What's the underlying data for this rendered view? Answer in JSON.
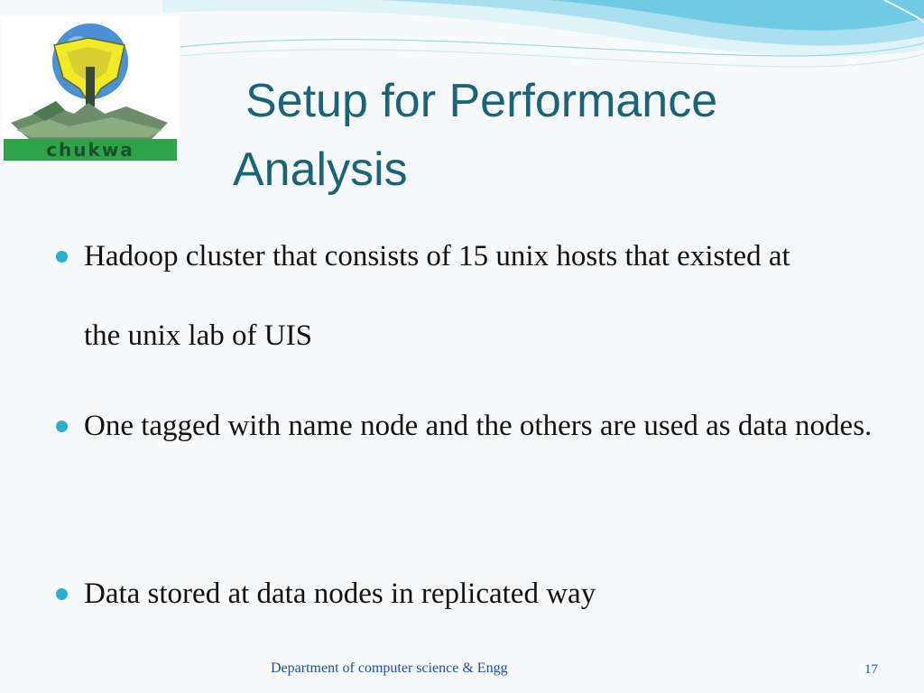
{
  "slide": {
    "title_line1": "Setup for Performance",
    "title_line2": "Analysis",
    "bullets": [
      "Hadoop cluster that consists of 15 unix hosts that existed at the unix lab of UIS",
      "One tagged with name node and the others are used as data nodes.",
      "Data stored at data nodes in replicated way"
    ],
    "footer": "Department of computer science & Engg",
    "page_number": "17"
  },
  "logo": {
    "text": "chukwa",
    "icon": "chukwa-elephant-logo"
  },
  "colors": {
    "title": "#1d6377",
    "bullet": "#2aaed2",
    "footer": "#1f4fa0",
    "wave": "#6fcbe3"
  }
}
